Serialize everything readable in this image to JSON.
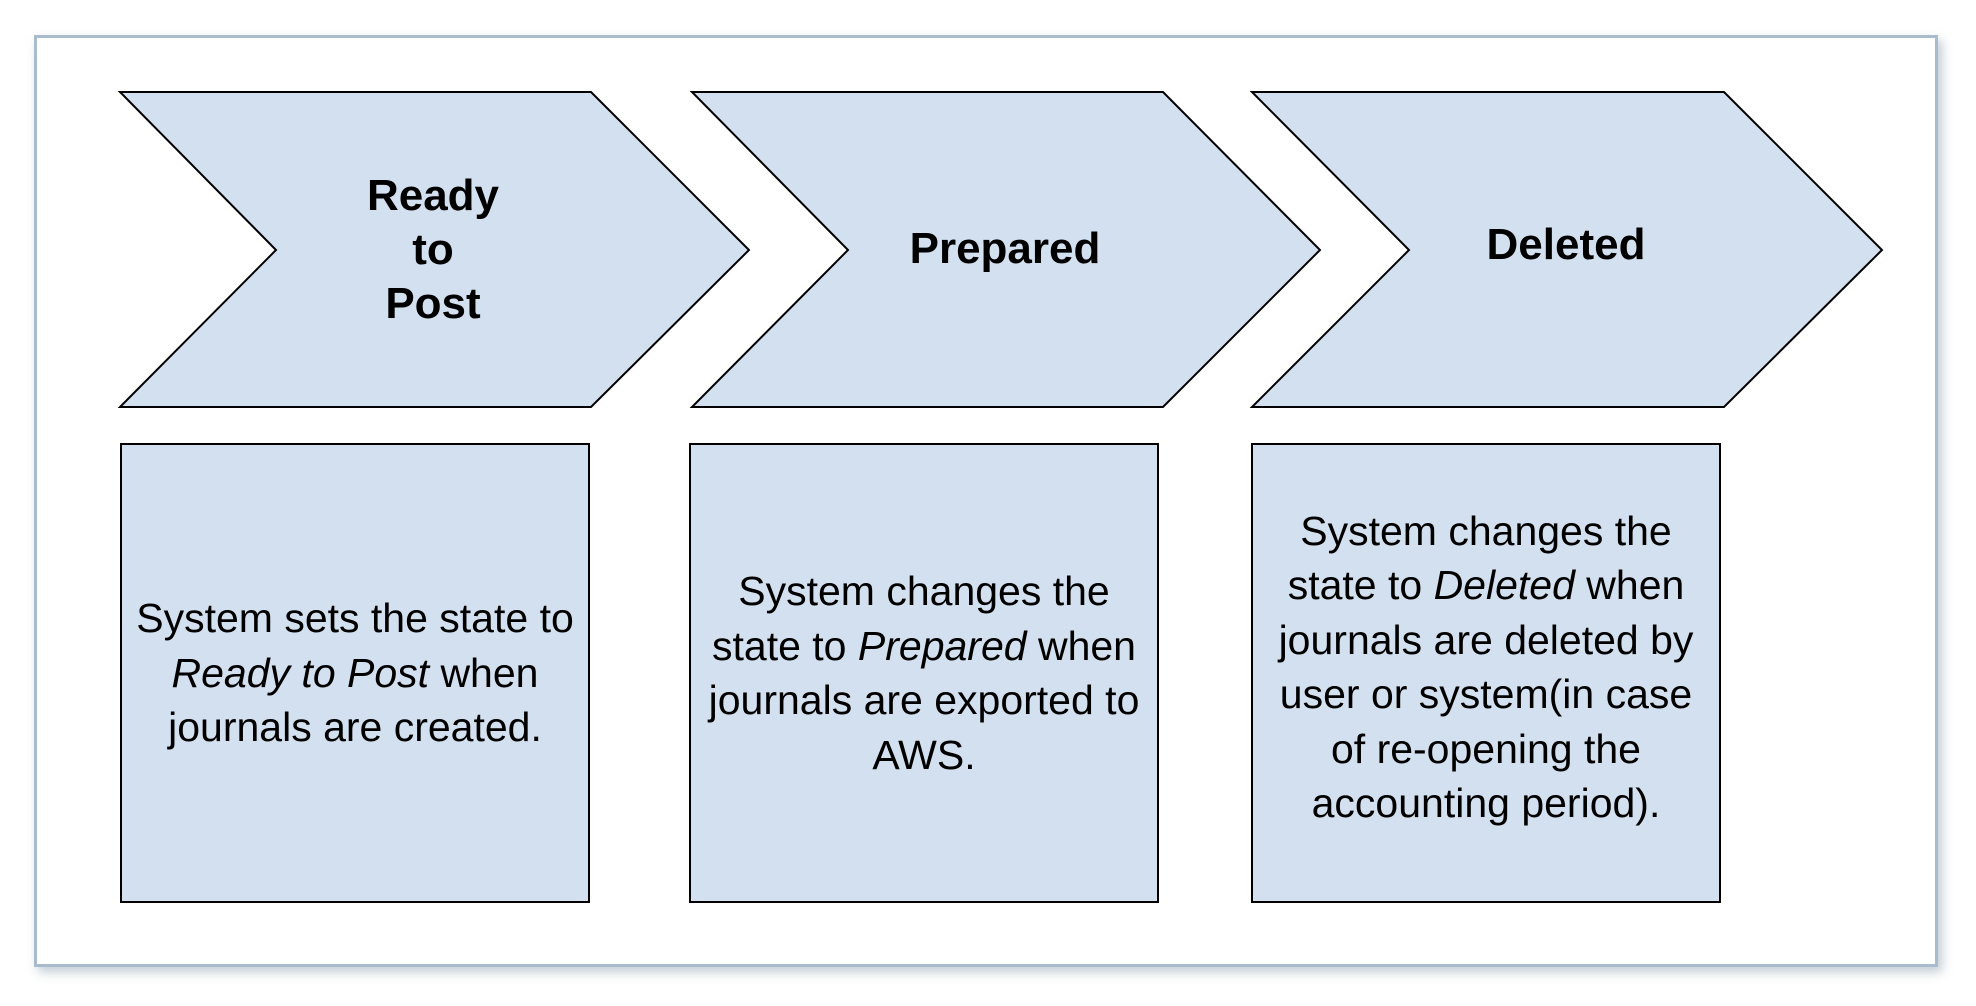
{
  "stages": [
    {
      "title_lines": [
        "Ready",
        "to",
        "Post"
      ],
      "description": {
        "before": "System sets the state to ",
        "state": "Ready to Post",
        "after": " when journals are created."
      }
    },
    {
      "title_lines": [
        "Prepared"
      ],
      "description": {
        "before": "System changes the state to ",
        "state": "Prepared",
        "after": " when journals are exported to AWS."
      }
    },
    {
      "title_lines": [
        "Deleted"
      ],
      "description": {
        "before": "System changes the state to ",
        "state": "Deleted",
        "after": " when journals are deleted by user or system(in case of re-opening the accounting period)."
      }
    }
  ],
  "colors": {
    "shape_fill": "#d3e0ef",
    "outline": "#000000",
    "frame_border": "#a9bccd"
  }
}
